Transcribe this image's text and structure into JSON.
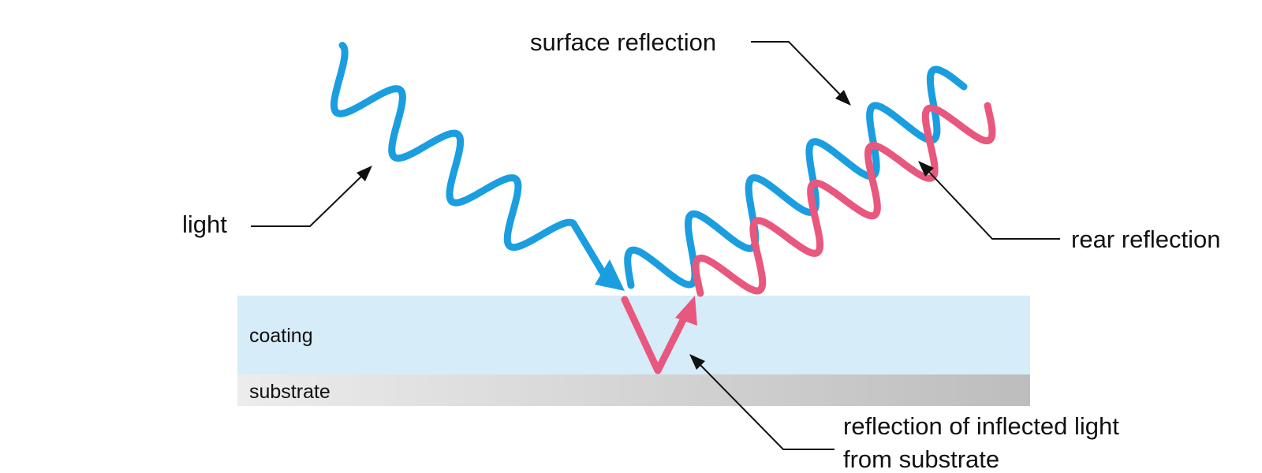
{
  "colors": {
    "light_wave": "#1a9ee0",
    "rear_wave": "#e8577e",
    "coating": "#d6ecf8",
    "substrate_from": "#ececec",
    "substrate_to": "#bdbdbd",
    "text": "#111111"
  },
  "labels": {
    "light": "light",
    "surface_reflection": "surface reflection",
    "rear_reflection": "rear reflection",
    "coating": "coating",
    "substrate": "substrate",
    "inflected_line1": "reflection of inflected light",
    "inflected_line2": "from substrate"
  }
}
